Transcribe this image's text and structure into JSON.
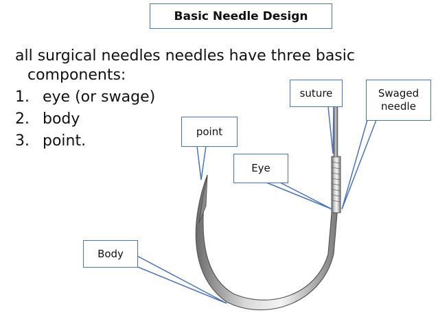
{
  "title": "Basic Needle Design",
  "intro": {
    "line1": "all surgical needles needles have three basic",
    "line2": "components:"
  },
  "items": [
    {
      "number": "1.",
      "text": "eye (or swage)"
    },
    {
      "number": "2.",
      "text": "body"
    },
    {
      "number": "3.",
      "text": "point."
    }
  ],
  "callouts": {
    "suture": "suture",
    "swaged_line1": "Swaged",
    "swaged_line2": "needle",
    "point": "point",
    "eye": "Eye",
    "body": "Body"
  },
  "colors": {
    "callout_border": "#4a72b8",
    "needle_metal": "#9a9a9a"
  }
}
